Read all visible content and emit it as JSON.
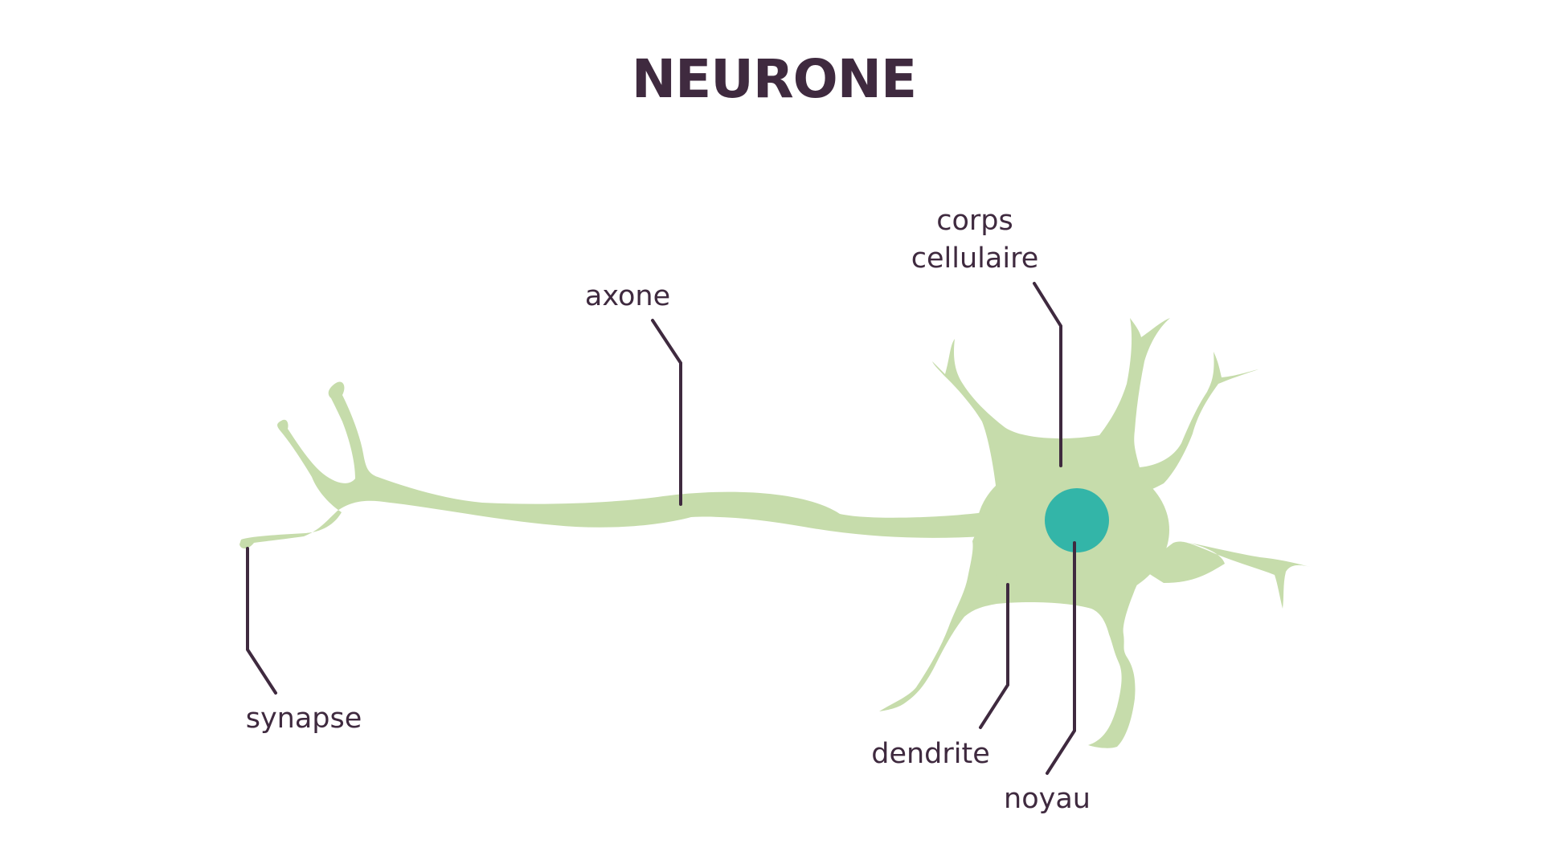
{
  "title": "NEURONE",
  "labels": {
    "cell_body_line1": "corps",
    "cell_body_line2": "cellulaire",
    "axon": "axone",
    "synapse": "synapse",
    "dendrite": "dendrite",
    "nucleus": "noyau"
  },
  "colors": {
    "cell": "#c6dcab",
    "nucleus": "#33b5a8",
    "text": "#3f2a3f"
  }
}
